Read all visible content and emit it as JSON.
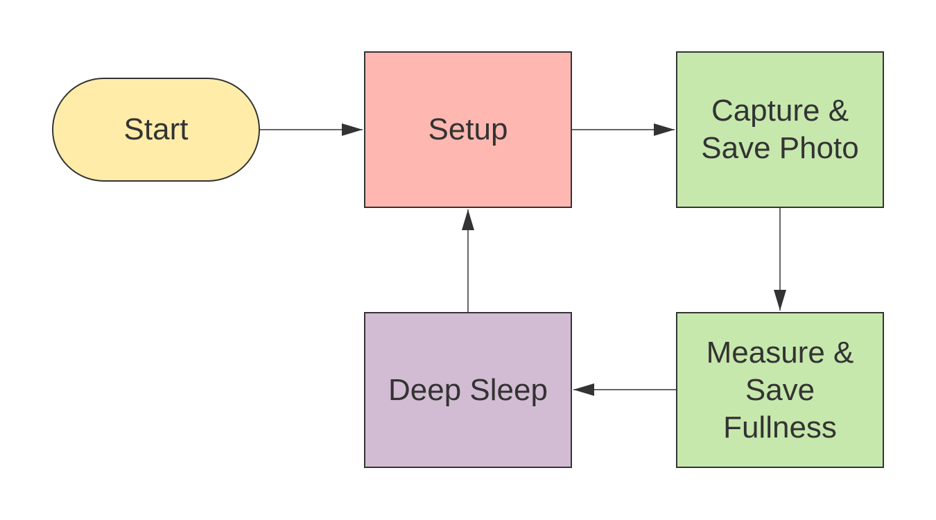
{
  "colors": {
    "start": "#ffeca8",
    "setup": "#ffb8b1",
    "capture": "#c7e8ad",
    "measure": "#c7e8ad",
    "sleep": "#d2bcd3",
    "stroke": "#333333"
  },
  "nodes": {
    "start": "Start",
    "setup": "Setup",
    "capture": "Capture & Save Photo",
    "measure": "Measure & Save Fullness",
    "sleep": "Deep Sleep"
  },
  "edges": [
    {
      "from": "start",
      "to": "setup"
    },
    {
      "from": "setup",
      "to": "capture"
    },
    {
      "from": "capture",
      "to": "measure"
    },
    {
      "from": "measure",
      "to": "sleep"
    },
    {
      "from": "sleep",
      "to": "setup"
    }
  ]
}
